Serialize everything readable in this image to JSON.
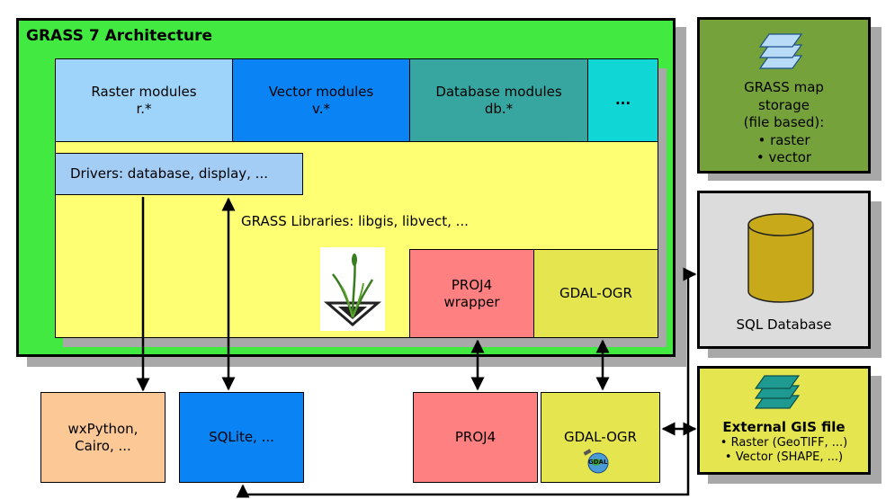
{
  "colors": {
    "green_frame": "#41e941",
    "libraries_yellow": "#ffff74",
    "raster_blue": "#9fd4fa",
    "vector_blue": "#0a84f5",
    "database_teal": "#38a6a0",
    "dots_cyan": "#10d6d6",
    "drivers_blue": "#a4cdf6",
    "proj_red": "#ff8080",
    "gdal_yellow": "#e5e54f",
    "storage_green": "#76a23b",
    "sql_gray": "#dcdcdc",
    "sql_cylinder": "#c7a91a",
    "wxpython_orange": "#fbc896",
    "sqlite_blue": "#0a84f5",
    "external_yellow": "#e5e54f",
    "layer_light_blue": "#b8dcf7",
    "layer_teal": "#1e9a90"
  },
  "architecture": {
    "title": "GRASS 7 Architecture",
    "raster": {
      "line1": "Raster modules",
      "line2": "r.*"
    },
    "vector": {
      "line1": "Vector modules",
      "line2": "v.*"
    },
    "database": {
      "line1": "Database modules",
      "line2": "db.*"
    },
    "more": "...",
    "drivers": "Drivers: database, display, ...",
    "libraries": "GRASS Libraries: libgis, libvect, ...",
    "proj4_wrapper": {
      "line1": "PROJ4",
      "line2": "wrapper"
    },
    "gdal_ogr_inner": "GDAL-OGR",
    "logo_icon": "grass-logo-icon"
  },
  "storage": {
    "line1": "GRASS map",
    "line2": "storage",
    "line3": "(file based):",
    "item1": "• raster",
    "item2": "• vector",
    "icon": "layers-icon"
  },
  "sql": {
    "label": "SQL Database",
    "icon": "database-cylinder-icon"
  },
  "external": {
    "title": "External GIS file",
    "item1": "• Raster (GeoTIFF, ...)",
    "item2": "• Vector (SHAPE, ...)",
    "icon": "layers-icon"
  },
  "bottom": {
    "wxpython": {
      "line1": "wxPython,",
      "line2": "Cairo, ..."
    },
    "sqlite": "SQLite, ...",
    "proj4": "PROJ4",
    "gdal_ogr": "GDAL-OGR",
    "gdal_logo_text": "GDAL",
    "gdal_icon": "gdal-globe-icon"
  }
}
